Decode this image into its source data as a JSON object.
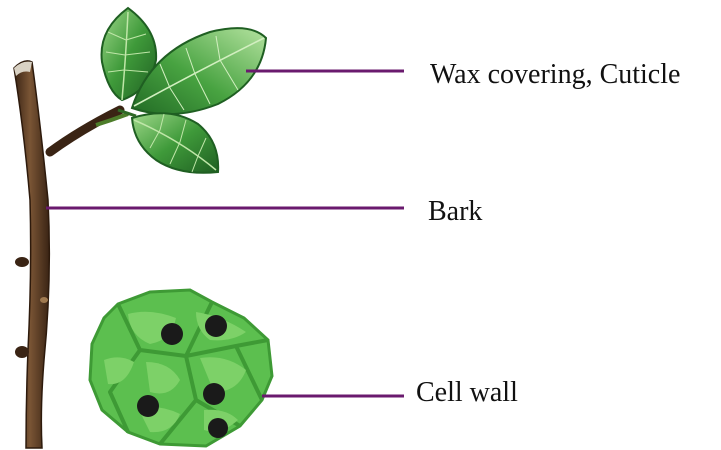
{
  "labels": {
    "cuticle": "Wax covering, Cuticle",
    "bark": "Bark",
    "cell_wall": "Cell wall"
  },
  "colors": {
    "leader_line": "#6a1a6e",
    "bark_brown": "#5a3b22",
    "leaf_green": "#3f9a3a",
    "cell_green": "#5cbf4f",
    "nucleus": "#1a1a1a"
  }
}
